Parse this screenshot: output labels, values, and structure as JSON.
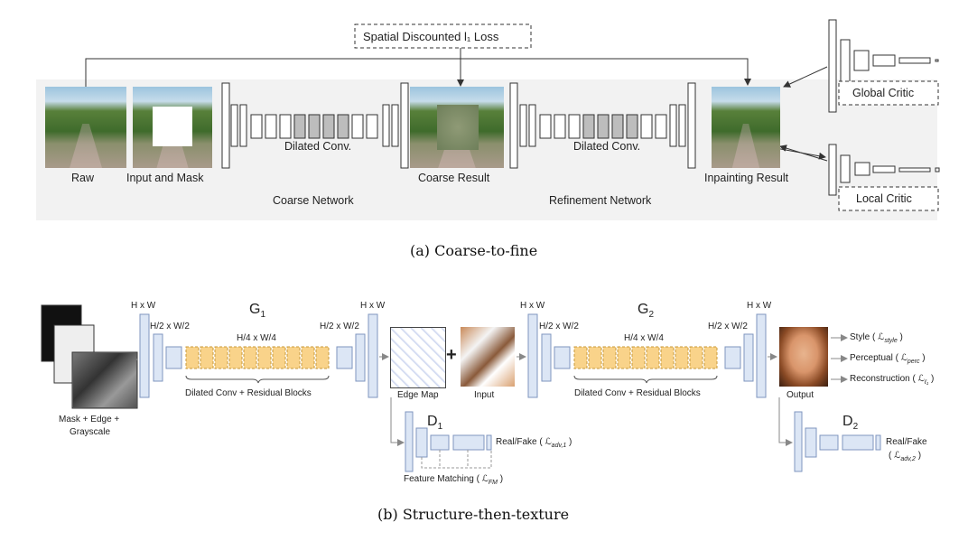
{
  "panel_a": {
    "loss_label": "Spatial Discounted l₁ Loss",
    "raw_label": "Raw",
    "input_mask_label": "Input and Mask",
    "dilated_1": "Dilated Conv.",
    "dilated_2": "Dilated Conv.",
    "coarse_result": "Coarse Result",
    "inpainting_result": "Inpainting Result",
    "coarse_network": "Coarse Network",
    "refinement_network": "Refinement Network",
    "global_critic": "Global Critic",
    "local_critic": "Local Critic",
    "caption": "(a) Coarse-to-fine"
  },
  "panel_b": {
    "g1": "G",
    "g1_sub": "1",
    "g2": "G",
    "g2_sub": "2",
    "d1": "D",
    "d1_sub": "1",
    "d2": "D",
    "d2_sub": "2",
    "hw_1": "H x W",
    "hw_2": "H x W",
    "hw_3": "H x W",
    "hw_4": "H x W",
    "h2_1": "H/2 x W/2",
    "h2_2": "H/2 x W/2",
    "h2_3": "H/2 x W/2",
    "h2_4": "H/2 x W/2",
    "h4_1": "H/4 x W/4",
    "h4_2": "H/4 x W/4",
    "dilated_res_1": "Dilated Conv + Residual Blocks",
    "dilated_res_2": "Dilated Conv + Residual Blocks",
    "mask_edge_gray_1": "Mask + Edge +",
    "mask_edge_gray_2": "Grayscale",
    "edge_map": "Edge Map",
    "input": "Input",
    "output": "Output",
    "plus": "+",
    "real_fake_1": "Real/Fake ( ℒ",
    "real_fake_1_sub": "adv,1",
    "real_fake_2": "Real/Fake",
    "real_fake_2_b": "( ℒ",
    "real_fake_2_sub": "adv,2",
    "feature_matching": "Feature Matching ( ℒ",
    "feature_matching_sub": "FM",
    "style": "Style ( ℒ",
    "style_sub": "style",
    "perceptual": "Perceptual ( ℒ",
    "perceptual_sub": "perc",
    "reconstruction": "Reconstruction ( ℒ",
    "reconstruction_sub": "ℓ₁",
    "close": " )",
    "caption": "(b) Structure-then-texture"
  },
  "colors": {
    "panel_bg": "#f2f2f2",
    "block_blue": "#dce6f5",
    "block_blue_stroke": "#7f96bf",
    "block_orange": "#f9d38a",
    "block_gray": "#bdbdbd"
  }
}
